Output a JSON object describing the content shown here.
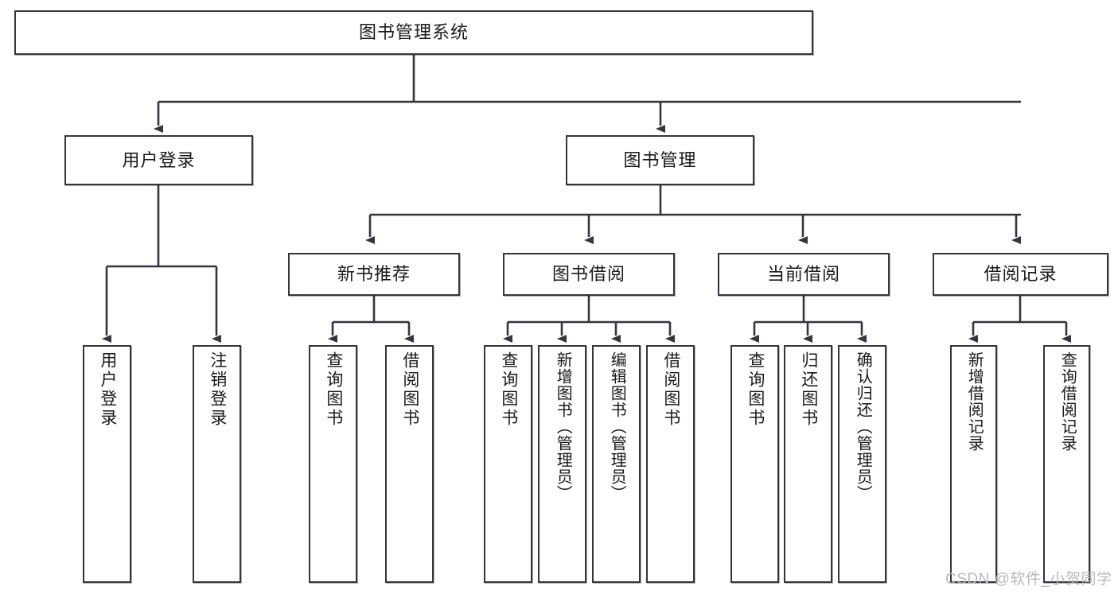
{
  "diagram": {
    "title": "图书管理系统",
    "type": "hierarchy-tree",
    "levels": 4,
    "colors": {
      "box_border": "#33363b",
      "box_fill": "#ffffff",
      "edge": "#33363b",
      "text": "#1a1a1a",
      "watermark": "#b9b9b9"
    },
    "root": {
      "label": "图书管理系统"
    },
    "level2": [
      {
        "label": "用户登录"
      },
      {
        "label": "图书管理"
      }
    ],
    "level3": [
      {
        "label": "新书推荐"
      },
      {
        "label": "图书借阅"
      },
      {
        "label": "当前借阅"
      },
      {
        "label": "借阅记录"
      }
    ],
    "leaves": [
      {
        "label": "用户登录",
        "parent": "用户登录"
      },
      {
        "label": "注销登录",
        "parent": "用户登录"
      },
      {
        "label": "查询图书",
        "parent": "新书推荐"
      },
      {
        "label": "借阅图书",
        "parent": "新书推荐"
      },
      {
        "label": "查询图书",
        "parent": "图书借阅"
      },
      {
        "label": "新增图书（管理员）",
        "parent": "图书借阅"
      },
      {
        "label": "编辑图书（管理员）",
        "parent": "图书借阅"
      },
      {
        "label": "借阅图书",
        "parent": "图书借阅"
      },
      {
        "label": "查询图书",
        "parent": "当前借阅"
      },
      {
        "label": "归还图书",
        "parent": "当前借阅"
      },
      {
        "label": "确认归还（管理员）",
        "parent": "当前借阅"
      },
      {
        "label": "新增借阅记录",
        "parent": "借阅记录"
      },
      {
        "label": "查询借阅记录",
        "parent": "借阅记录"
      }
    ]
  },
  "watermark": {
    "text": "CSDN @软件_小贺同学"
  }
}
